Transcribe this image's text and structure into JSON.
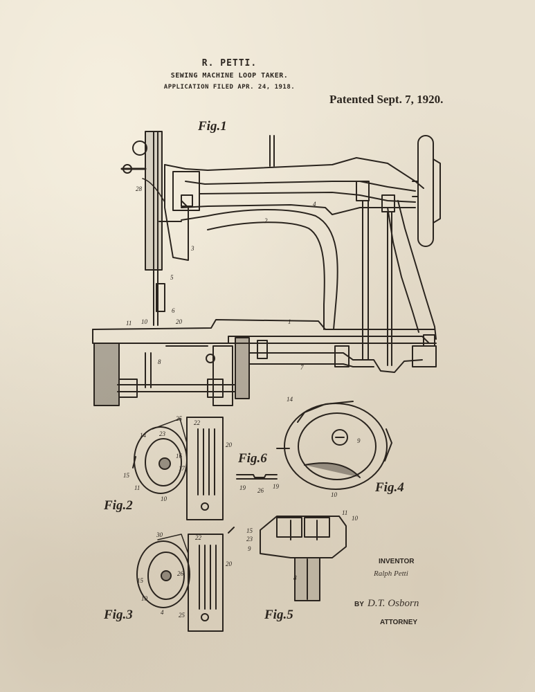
{
  "header": {
    "inventor_name": "R. PETTI.",
    "title": "SEWING MACHINE LOOP TAKER.",
    "application_filed": "APPLICATION FILED APR. 24, 1918.",
    "patented": "Patented Sept. 7, 1920."
  },
  "figures": {
    "fig1": "Fig.1",
    "fig2": "Fig.2",
    "fig3": "Fig.3",
    "fig4": "Fig.4",
    "fig5": "Fig.5",
    "fig6": "Fig.6"
  },
  "reference_numerals": {
    "fig1": [
      "28",
      "2",
      "4",
      "3",
      "5",
      "6",
      "11",
      "10",
      "20",
      "1",
      "8",
      "7"
    ],
    "fig2": [
      "14",
      "25",
      "22",
      "23",
      "16",
      "20",
      "15",
      "17",
      "10",
      "11"
    ],
    "fig3": [
      "30",
      "22",
      "20",
      "15",
      "25",
      "10",
      "26",
      "4"
    ],
    "fig4": [
      "14",
      "9",
      "10"
    ],
    "fig5": [
      "11",
      "10",
      "15",
      "23",
      "9",
      "8"
    ],
    "fig6": [
      "19",
      "26",
      "19"
    ]
  },
  "signature_block": {
    "inventor_caption": "INVENTOR",
    "inventor_signature": "Ralph Petti",
    "by_caption": "BY",
    "attorney_signature": "D.T. Osborn",
    "attorney_caption": "ATTORNEY"
  },
  "colors": {
    "paper": "#e9e1d0",
    "ink": "#2a241e"
  }
}
